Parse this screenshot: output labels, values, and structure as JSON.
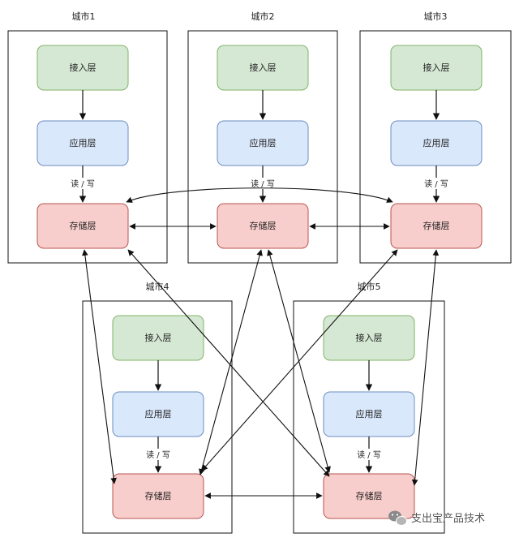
{
  "cities": [
    {
      "name": "城市1",
      "layers": [
        "接入层",
        "应用层",
        "存储层"
      ],
      "rw_label": "读 / 写"
    },
    {
      "name": "城市2",
      "layers": [
        "接入层",
        "应用层",
        "存储层"
      ],
      "rw_label": "读 / 写"
    },
    {
      "name": "城市3",
      "layers": [
        "接入层",
        "应用层",
        "存储层"
      ],
      "rw_label": "读 / 写"
    },
    {
      "name": "城市4",
      "layers": [
        "接入层",
        "应用层",
        "存储层"
      ],
      "rw_label": "读 / 写"
    },
    {
      "name": "城市5",
      "layers": [
        "接入层",
        "应用层",
        "存储层"
      ],
      "rw_label": "读 / 写"
    }
  ],
  "colors": {
    "access_fill": "#d5e8d4",
    "access_stroke": "#82b366",
    "app_fill": "#dae8fc",
    "app_stroke": "#6c8ebf",
    "storage_fill": "#f8cecc",
    "storage_stroke": "#b85450",
    "line": "#111111"
  },
  "watermark": {
    "text": "支出宝产品技术",
    "icon": "wechat-icon"
  }
}
